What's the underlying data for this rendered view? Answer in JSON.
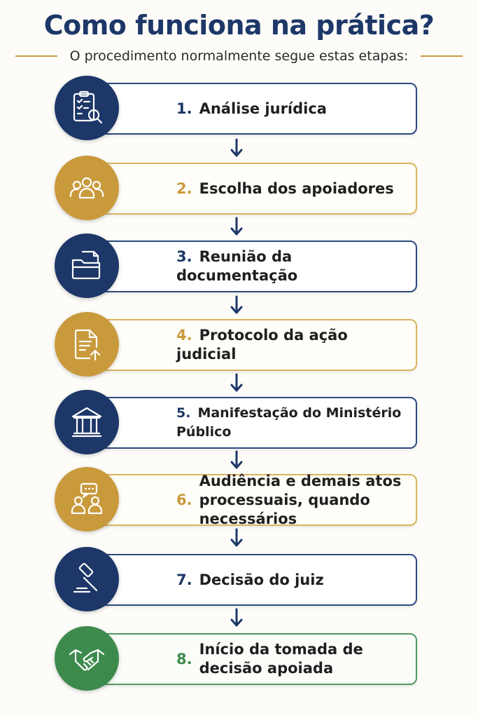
{
  "title": "Como funciona na prática?",
  "subtitle": "O procedimento normalmente segue estas etapas:",
  "colors": {
    "navy": "#1d3768",
    "gold": "#c99a3c",
    "green": "#3d8a4d"
  },
  "steps": [
    {
      "num": "1.",
      "label": "Análise jurídica",
      "icon": "clipboard-search-icon",
      "color": "navy"
    },
    {
      "num": "2.",
      "label": "Escolha dos apoiadores",
      "icon": "people-group-icon",
      "color": "gold"
    },
    {
      "num": "3.",
      "label": "Reunião da documentação",
      "icon": "folder-documents-icon",
      "color": "navy"
    },
    {
      "num": "4.",
      "label": "Protocolo da ação judicial",
      "icon": "document-upload-icon",
      "color": "gold"
    },
    {
      "num": "5.",
      "label": "Manifestação do Ministério Público",
      "icon": "courthouse-icon",
      "color": "navy"
    },
    {
      "num": "6.",
      "label_line1": "Audiência e demais atos",
      "label_line2": "processuais, quando necessários",
      "icon": "conversation-icon",
      "color": "gold"
    },
    {
      "num": "7.",
      "label": "Decisão do juiz",
      "icon": "gavel-icon",
      "color": "navy"
    },
    {
      "num": "8.",
      "label_line1": "Início da tomada de",
      "label_line2": "decisão apoiada",
      "icon": "handshake-icon",
      "color": "green"
    }
  ]
}
